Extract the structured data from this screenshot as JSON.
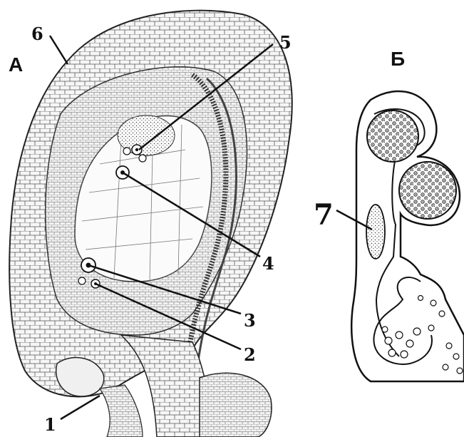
{
  "panels": {
    "a": "А",
    "b": "Б"
  },
  "labels": {
    "l1": "1",
    "l2": "2",
    "l3": "3",
    "l4": "4",
    "l5": "5",
    "l6": "6",
    "l7": "7"
  },
  "colors": {
    "ink": "#111111",
    "cell_fill": "#f4f4f4",
    "background": "#ffffff"
  }
}
